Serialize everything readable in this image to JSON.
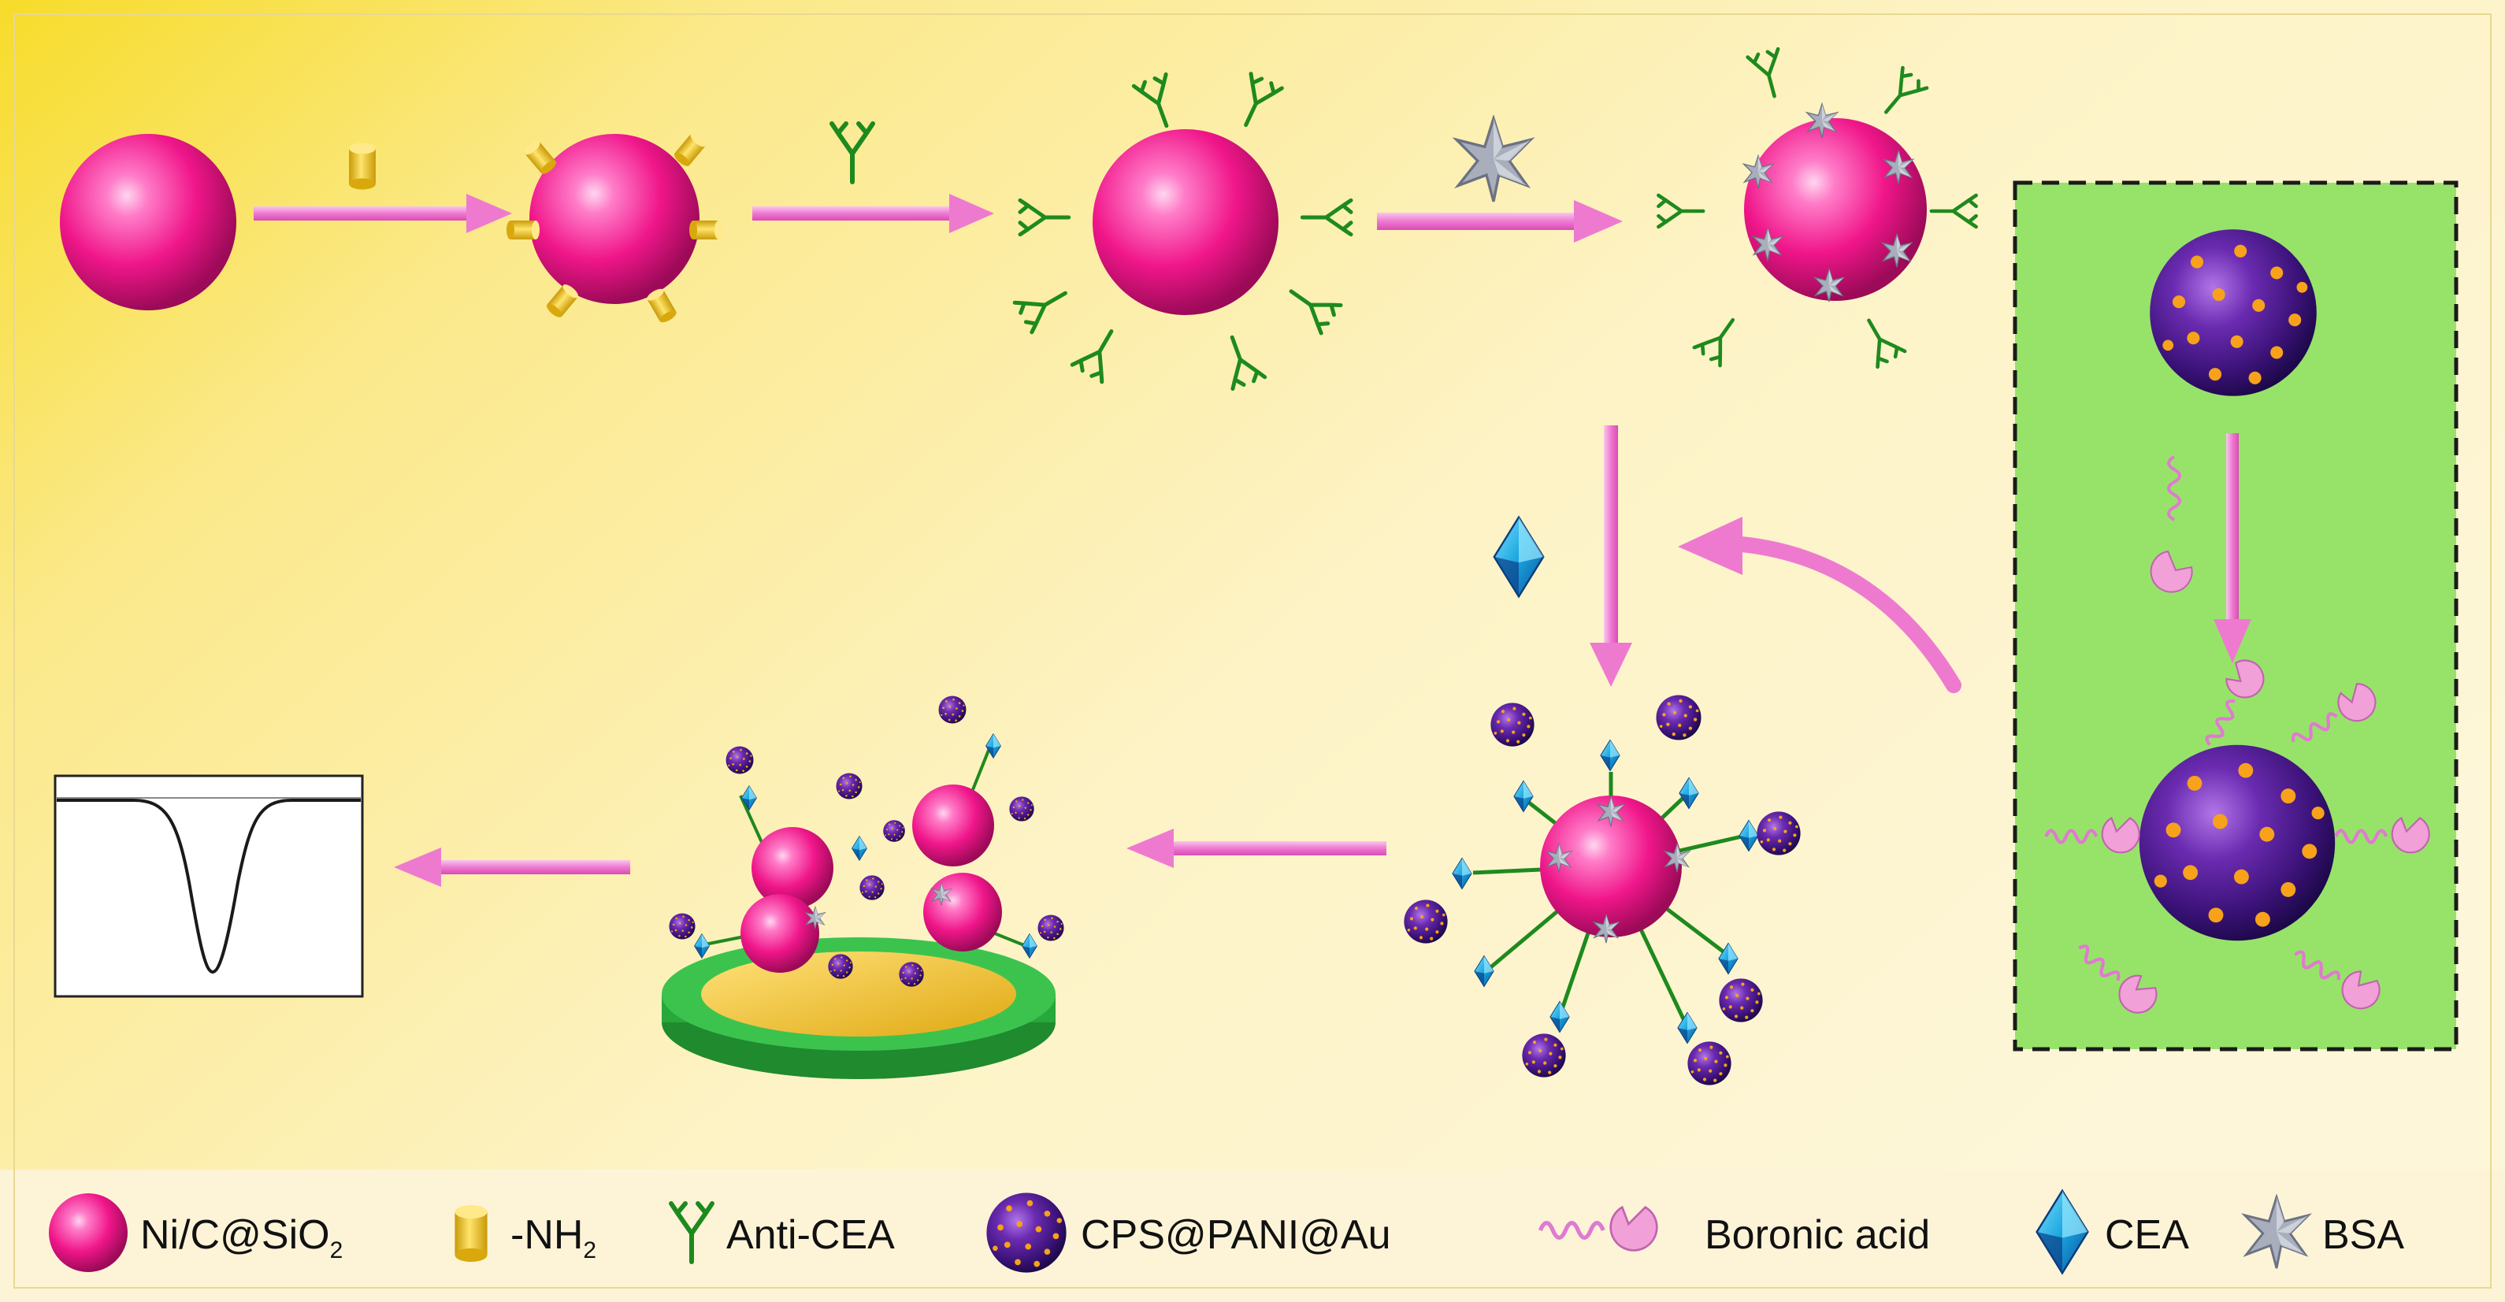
{
  "colors": {
    "background_start": "#f7dc2a",
    "background_end": "#fdf6d4",
    "sphere_pink": "#f0168a",
    "amine_yellow": "#f0c419",
    "antibody_green": "#1e8a1e",
    "cps_purple": "#4b1a8f",
    "boronic_pink": "#f1a0d8",
    "cea_blue": "#1aa6e0",
    "bsa_gray": "#a8aebb",
    "arrow_pink": "#ee7ad0",
    "inset_green": "#97e36a",
    "electrode_green": "#27a83a",
    "electrode_gold": "#f2c02a"
  },
  "legend": {
    "ni_label": "Ni/C@SiO",
    "ni_sub": "2",
    "nh2_label": "-NH",
    "nh2_sub": "2",
    "anti_cea_label": "Anti-CEA",
    "cps_label": "CPS@PANI@Au",
    "boronic_label": "Boronic acid",
    "cea_label": "CEA",
    "bsa_label": "BSA"
  },
  "icons": [
    "sphere-icon",
    "amine-linker-icon",
    "antibody-icon",
    "star-icon",
    "diamond-icon",
    "boronic-acid-icon",
    "electrode-icon",
    "signal-curve-icon"
  ]
}
